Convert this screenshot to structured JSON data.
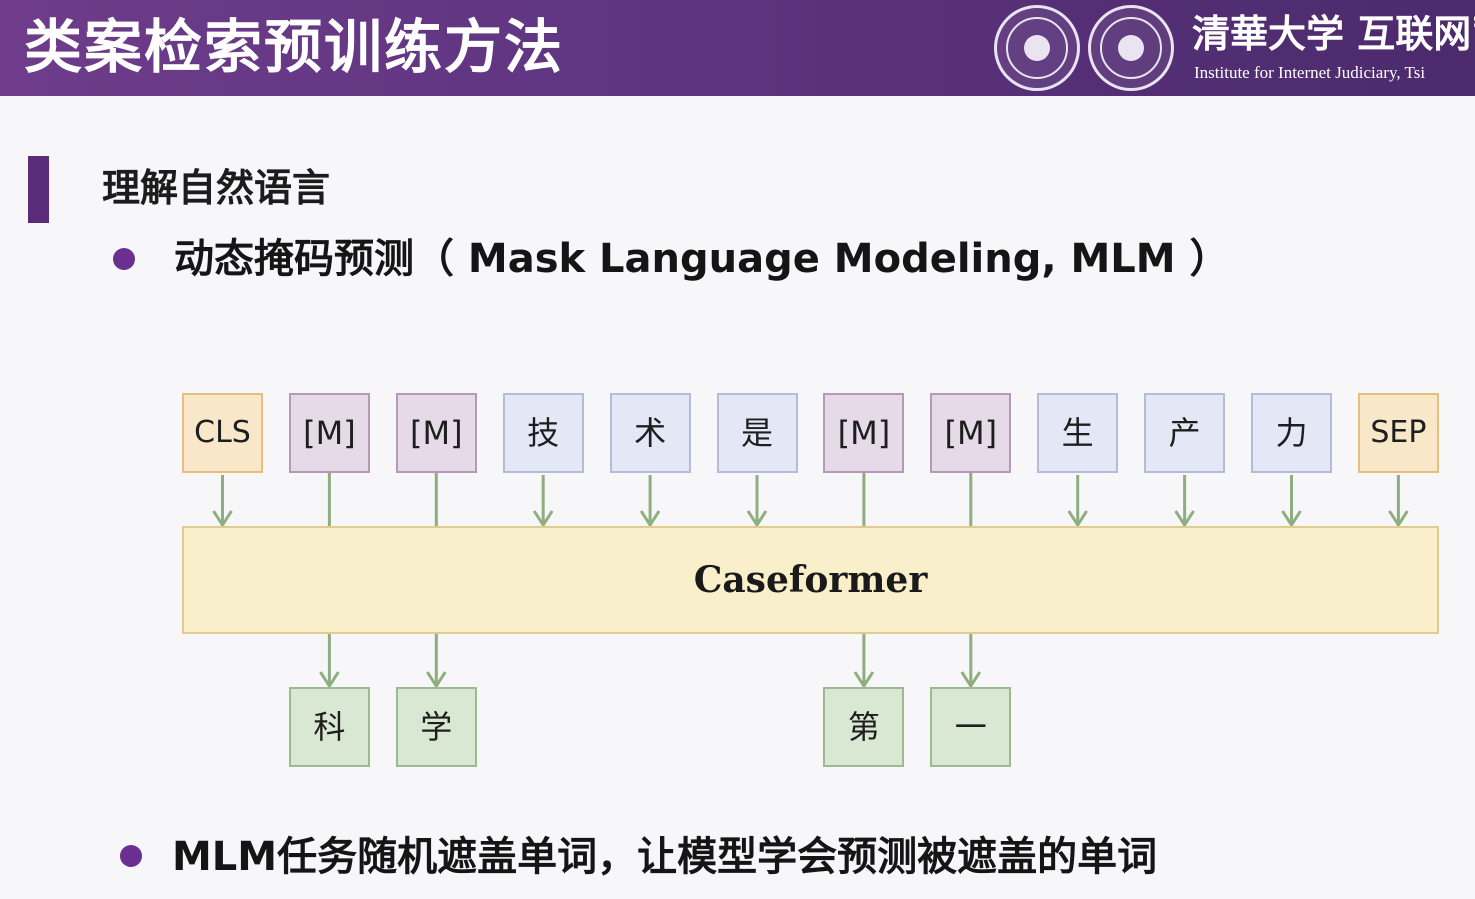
{
  "header": {
    "title": "类案检索预训练方法",
    "brand_cn": "清華大学 互联网司",
    "brand_en": "Institute for Internet Judiciary, Tsi"
  },
  "section": {
    "title": "理解自然语言"
  },
  "bullets": [
    {
      "text": "动态掩码预测（ Mask Language Modeling, MLM ）"
    },
    {
      "text": "MLM任务随机遮盖单词，让模型学会预测被遮盖的单词"
    }
  ],
  "diagram": {
    "encoder_label": "Caseformer",
    "input_tokens": [
      {
        "text": "CLS",
        "kind": "special"
      },
      {
        "text": "[M]",
        "kind": "mask"
      },
      {
        "text": "[M]",
        "kind": "mask"
      },
      {
        "text": "技",
        "kind": "word"
      },
      {
        "text": "术",
        "kind": "word"
      },
      {
        "text": "是",
        "kind": "word"
      },
      {
        "text": "[M]",
        "kind": "mask"
      },
      {
        "text": "[M]",
        "kind": "mask"
      },
      {
        "text": "生",
        "kind": "word"
      },
      {
        "text": "产",
        "kind": "word"
      },
      {
        "text": "力",
        "kind": "word"
      },
      {
        "text": "SEP",
        "kind": "special"
      }
    ],
    "output_tokens": [
      {
        "text": "科",
        "column": 1
      },
      {
        "text": "学",
        "column": 2
      },
      {
        "text": "第",
        "column": 6
      },
      {
        "text": "一",
        "column": 7
      }
    ],
    "colors": {
      "special_fill": "#f8e7c8",
      "mask_fill": "#e6dae9",
      "word_fill": "#e4e8f6",
      "output_fill": "#d9e8d3",
      "encoder_fill": "#f9efca",
      "arrow": "#8fae7f",
      "accent": "#5a2c7a"
    }
  }
}
